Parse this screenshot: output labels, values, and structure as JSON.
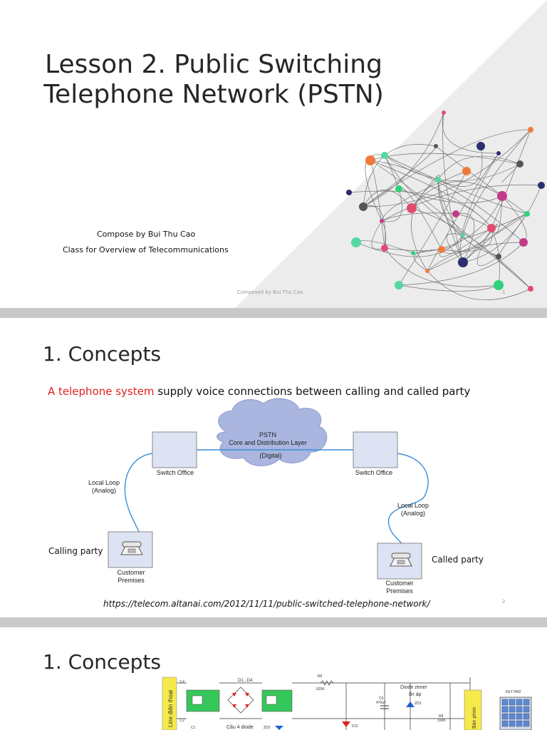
{
  "slide1": {
    "title_line1": "Lesson 2. Public Switching",
    "title_line2": "Telephone Network (PSTN)",
    "composer": "Compose by Bui Thu Cao",
    "class_name": "Class for Overview of Telecommunications",
    "footer": "Composed by Bui Thu Cao",
    "page": "1"
  },
  "slide2": {
    "title": "1. Concepts",
    "lead_red": "A telephone system",
    "lead_rest": " supply voice connections between calling and called party",
    "cloud_line1": "PSTN",
    "cloud_line2": "Core and Distribution Layer",
    "cloud_line3": "(Digital)",
    "switch_left": "Switch Office",
    "switch_right": "Switch Office",
    "loop_left_1": "Local Loop",
    "loop_left_2": "(Analog)",
    "loop_right_1": "Local Loop",
    "loop_right_2": "(Analog)",
    "calling_party": "Calling party",
    "called_party": "Called party",
    "cust_left_1": "Customer",
    "cust_left_2": "Premises",
    "cust_right_1": "Customer",
    "cust_right_2": "Premises",
    "url": "https://telecom.altanai.com/2012/11/11/public-switched-telephone-network/",
    "page": "2"
  },
  "slide3": {
    "title": "1. Concepts",
    "line_label": "Line điện thoại",
    "d_label": "D1...D4",
    "bridge_label": "Cầu 4 diode",
    "zener_1": "Diode zener",
    "zener_2": "ổn áp",
    "keypad_label": "KEY PAD",
    "keyboard_label": "Bàn phím",
    "r6": "R6",
    "r6v": "620K",
    "c6": "C6",
    "c6v": "470uF",
    "zd3": "ZD3",
    "r8": "R8",
    "r8v": "100K",
    "d11": "D11",
    "zd2": "ZD2",
    "t1": "3.4",
    "t2": "1,2",
    "c1": "C1"
  },
  "colors": {
    "red_text": "#e02020",
    "box_fill": "#dde3f2",
    "cloud_fill": "#aab6df",
    "loop_line": "#3a8fd6"
  }
}
